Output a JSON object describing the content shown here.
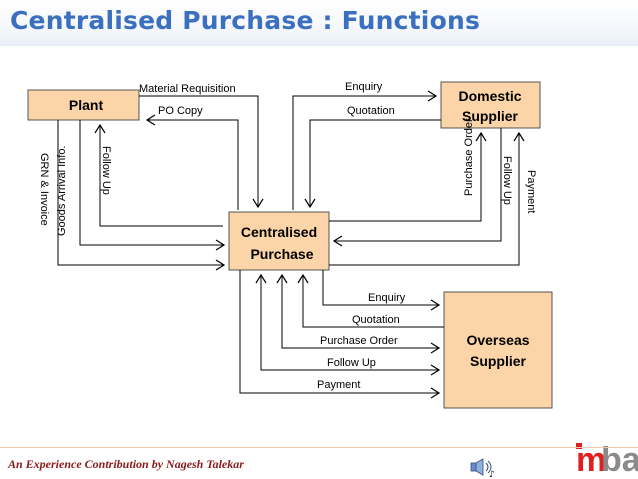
{
  "title": "Centralised Purchase : Functions",
  "footer": "An Experience Contribution by Nagesh Talekar",
  "logo_text": "mba",
  "colors": {
    "title": "#3b6fbf",
    "box_fill": "#fbd4a7",
    "footer_text": "#8b1a1a",
    "logo_red": "#e02020",
    "logo_gray": "#8a8a8a"
  },
  "nodes": {
    "plant": "Plant",
    "domestic_line1": "Domestic",
    "domestic_line2": "Supplier",
    "central_line1": "Centralised",
    "central_line2": "Purchase",
    "overseas_line1": "Overseas",
    "overseas_line2": "Supplier"
  },
  "flows": {
    "material_requisition": "Material Requisition",
    "po_copy": "PO Copy",
    "grn_invoice": "GRN & Invoice",
    "goods_arrival": "Goods Arrival Info.",
    "plant_follow_up": "Follow Up",
    "enquiry_domestic": "Enquiry",
    "quotation_domestic": "Quotation",
    "purchase_order_domestic": "Purchase Order",
    "follow_up_domestic": "Follow Up",
    "payment_domestic": "Payment",
    "enquiry_overseas": "Enquiry",
    "quotation_overseas": "Quotation",
    "purchase_order_overseas": "Purchase Order",
    "follow_up_overseas": "Follow Up",
    "payment_overseas": "Payment"
  },
  "icons": [
    "speaker-icon"
  ]
}
